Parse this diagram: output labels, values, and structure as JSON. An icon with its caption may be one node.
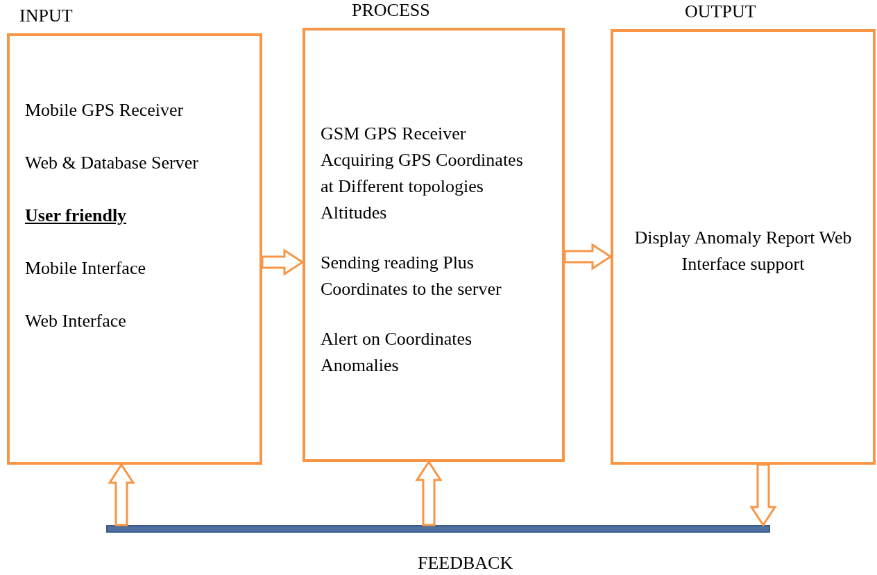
{
  "diagram": {
    "nodes": [
      {
        "text": [
          "INPUT",
          "Mobile GPS Receiver",
          "Web & Database Server",
          "User friendly",
          "Mobile Interface",
          "Web Interface"
        ]
      },
      {
        "text": [
          "PROCESS",
          "GSM GPS Receiver Acquiring GPS Coordinates at Different topologies Altitudes",
          "Sending reading Plus Coordinates to the server",
          "Alert on Coordinates Anomalies"
        ]
      },
      {
        "text": [
          "OUTPUT",
          "Display Anomaly Report Web Interface support"
        ]
      },
      {
        "text": [
          "FEEDBACK"
        ]
      }
    ],
    "edges": [
      {
        "from": 0,
        "to": 1,
        "arrow": "to"
      },
      {
        "from": 1,
        "to": 2,
        "arrow": "to"
      },
      {
        "from": 3,
        "to": 0,
        "arrow": "to"
      },
      {
        "from": 3,
        "to": 1,
        "arrow": "to"
      },
      {
        "from": 2,
        "to": 3,
        "arrow": "to"
      }
    ]
  }
}
